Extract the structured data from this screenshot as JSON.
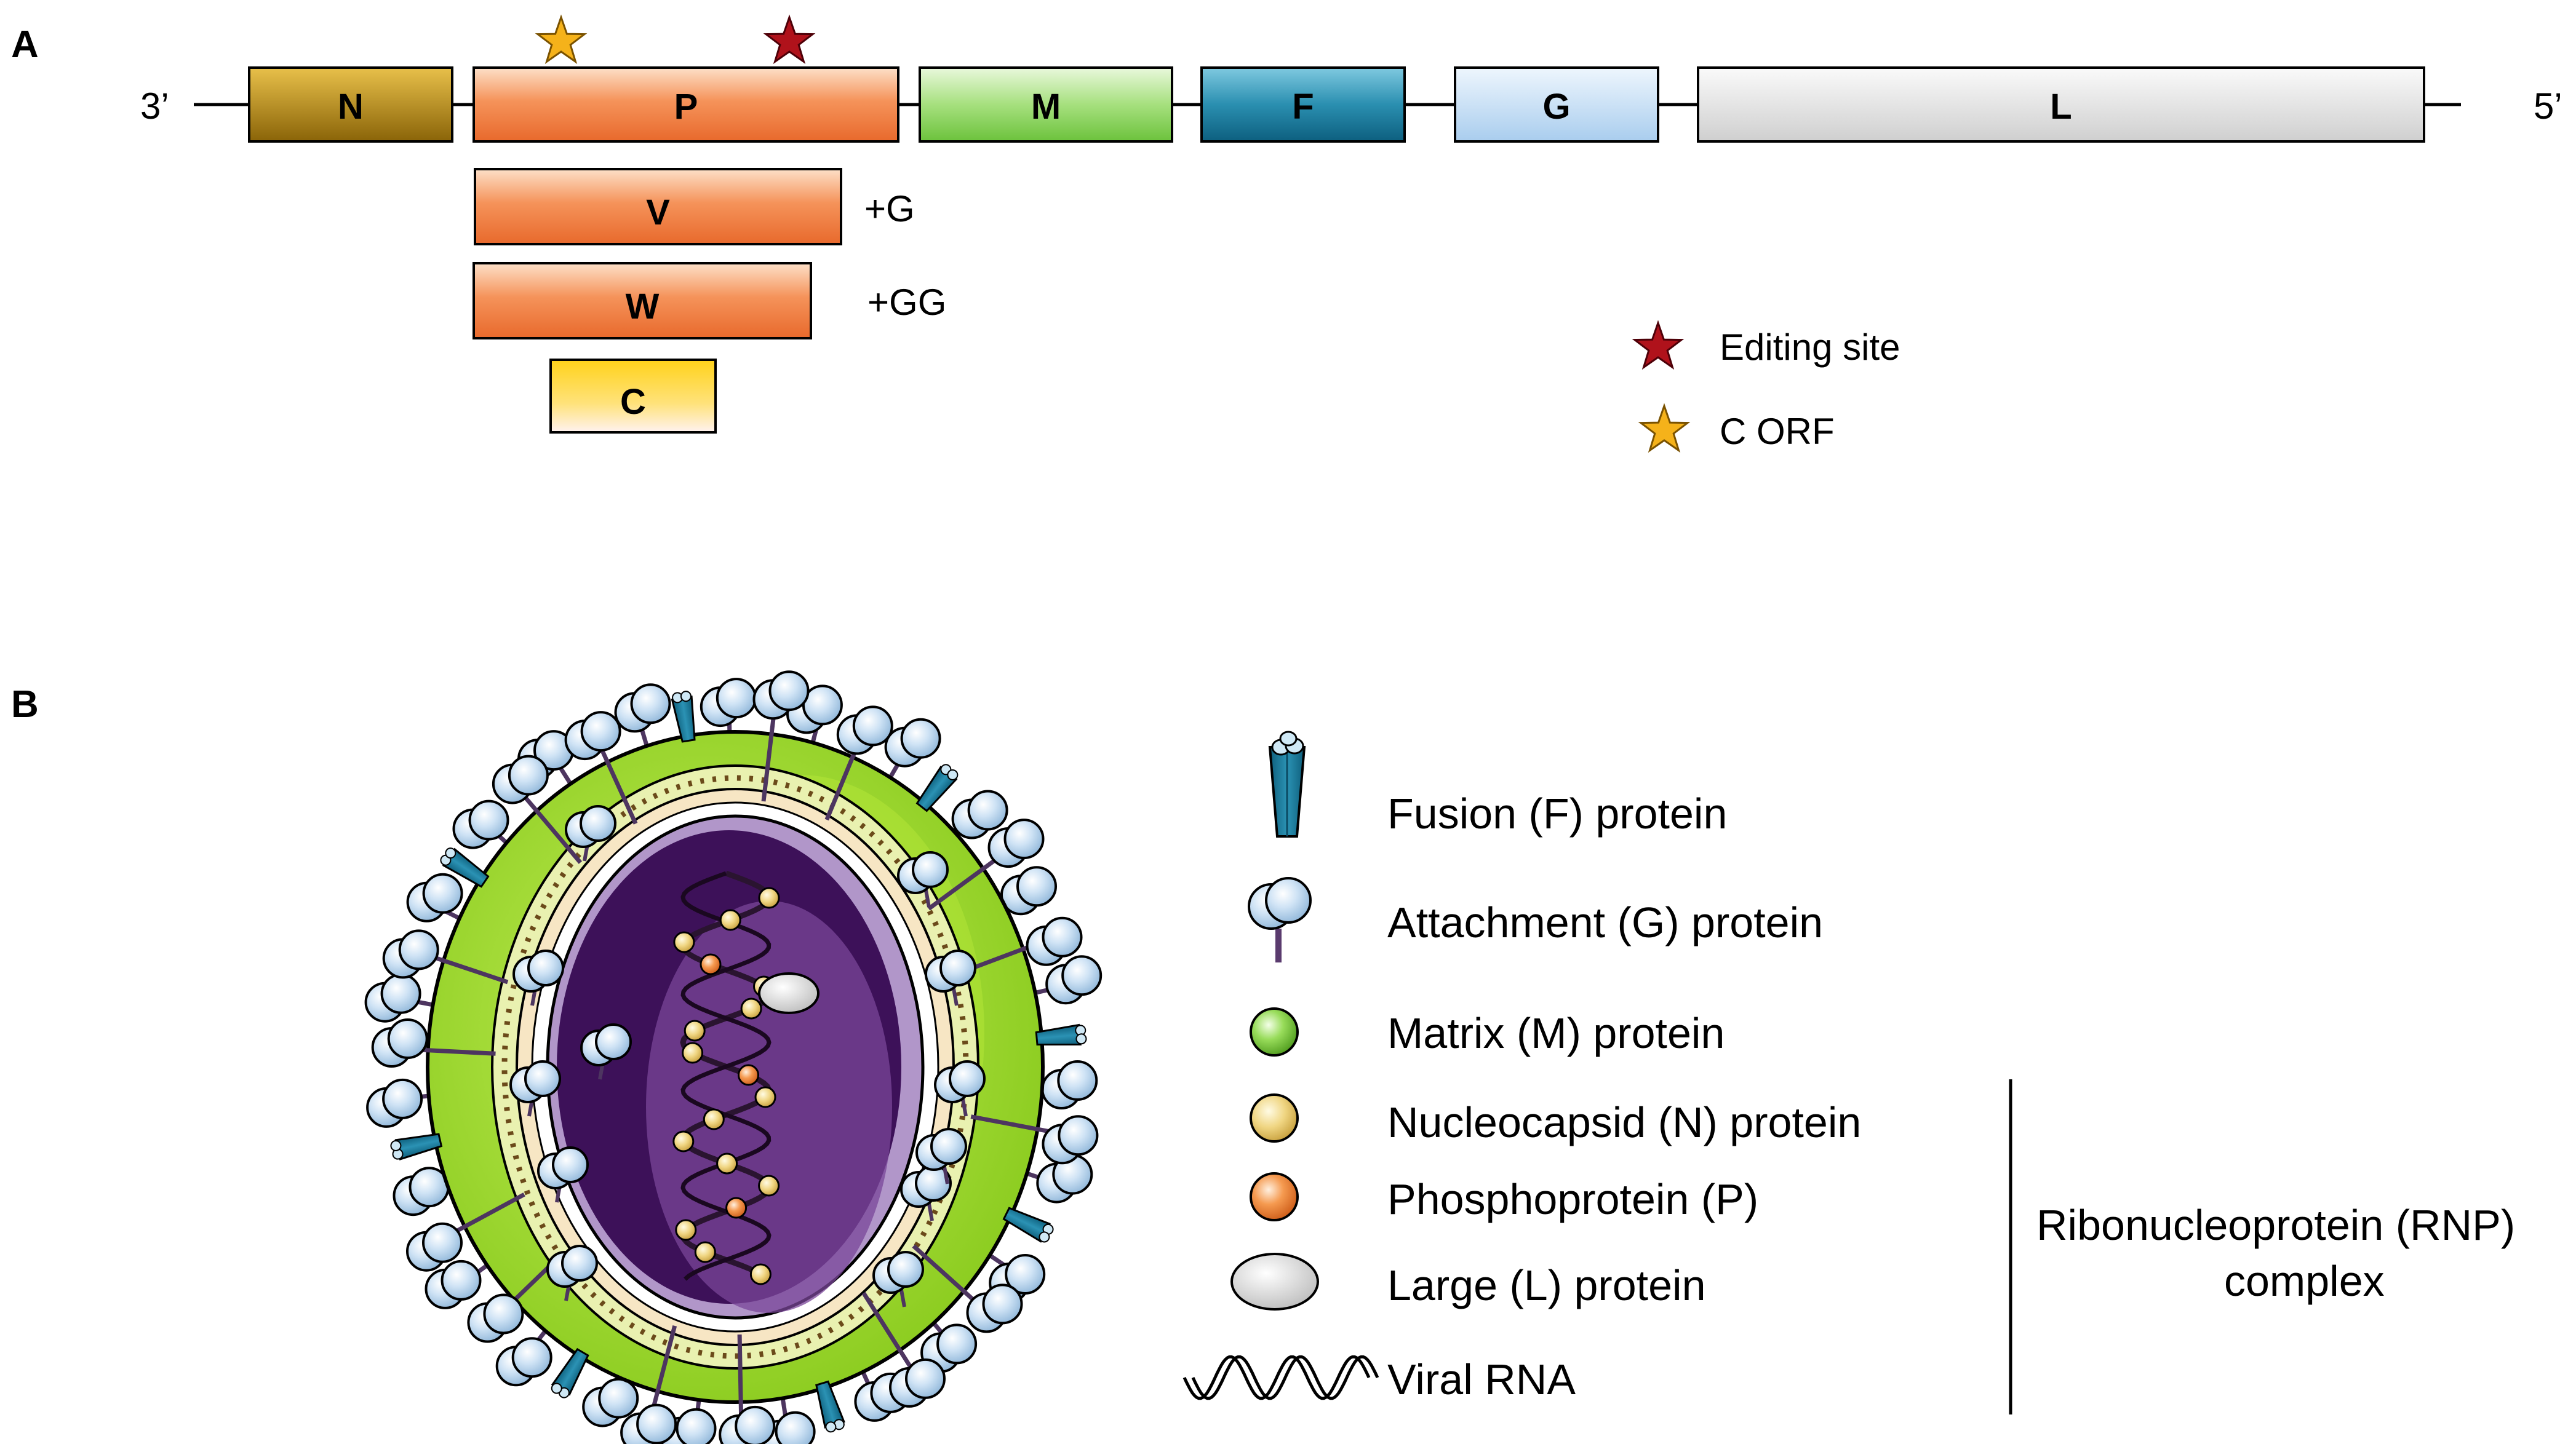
{
  "panel_a": {
    "letter": "A",
    "end_3": "3’",
    "end_5": "5’",
    "genes": [
      {
        "label": "N",
        "color": "#b8860b"
      },
      {
        "label": "P",
        "color": "#f08040"
      },
      {
        "label": "M",
        "color": "#8fd36a"
      },
      {
        "label": "F",
        "color": "#1f7fa0"
      },
      {
        "label": "G",
        "color": "#bcd8f0"
      },
      {
        "label": "L",
        "color": "#dddddd"
      }
    ],
    "products": [
      {
        "label": "V",
        "note": "+G"
      },
      {
        "label": "W",
        "note": "+GG"
      },
      {
        "label": "C",
        "note": ""
      }
    ],
    "legend": [
      {
        "label": "Editing site",
        "icon": "dark-red-star-icon",
        "color": "#b0121b"
      },
      {
        "label": "C ORF",
        "icon": "yellow-star-icon",
        "color": "#f5b21a"
      }
    ]
  },
  "panel_b": {
    "letter": "B",
    "legend": [
      {
        "label": "Fusion (F) protein",
        "icon": "fusion-protein-icon"
      },
      {
        "label": "Attachment (G) protein",
        "icon": "attachment-protein-icon"
      },
      {
        "label": "Matrix (M) protein",
        "icon": "matrix-protein-icon"
      },
      {
        "label": "Nucleocapsid (N) protein",
        "icon": "nucleocapsid-protein-icon"
      },
      {
        "label": "Phosphoprotein (P)",
        "icon": "phosphoprotein-icon"
      },
      {
        "label": "Large (L) protein",
        "icon": "large-protein-icon"
      },
      {
        "label": "Viral RNA",
        "icon": "viral-rna-icon"
      }
    ],
    "rnp_label_line1": "Ribonucleoprotein (RNP)",
    "rnp_label_line2": "complex"
  }
}
